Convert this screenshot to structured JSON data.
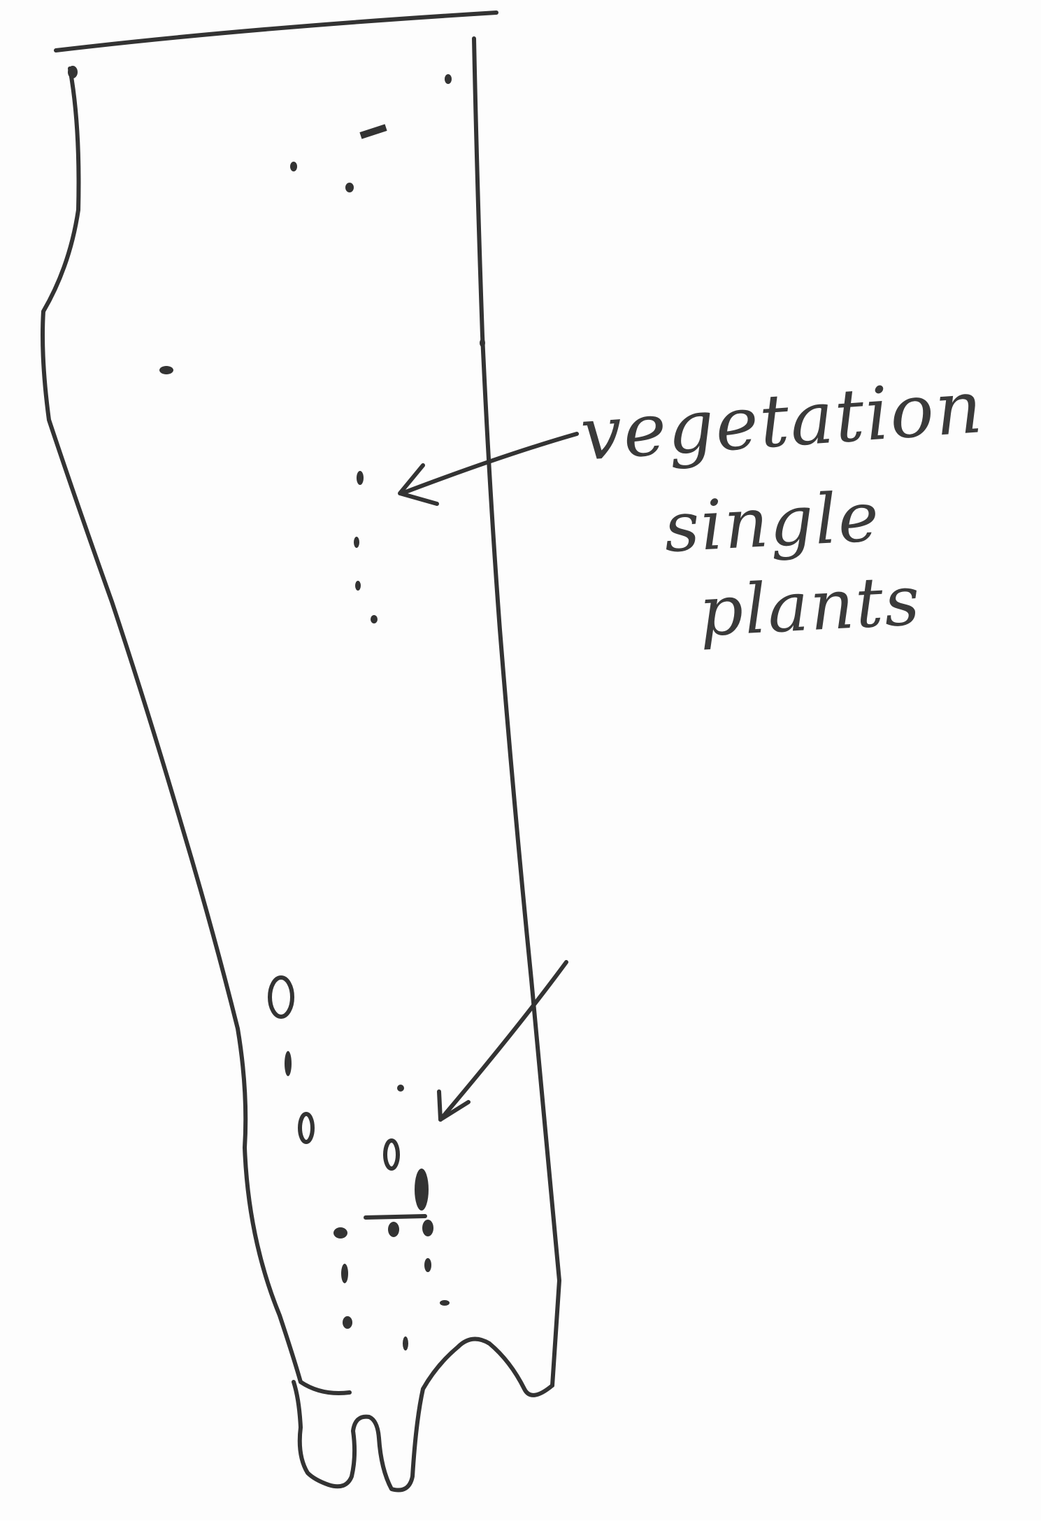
{
  "diagram": {
    "label_lines": [
      "vegetation",
      "single",
      "plants"
    ],
    "ink_color": "#333333",
    "paper_color": "#fdfdfd"
  }
}
